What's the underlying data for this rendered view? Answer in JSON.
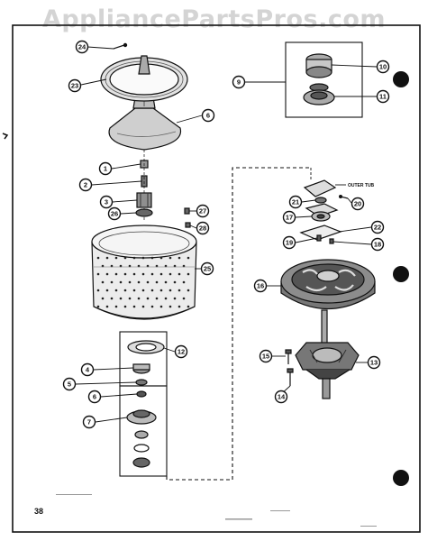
{
  "watermark": "AppliancePartsPros.com",
  "page_number": "38",
  "outer_tub_label": "OUTER TUB",
  "callouts": [
    "24",
    "23",
    "6",
    "9",
    "10",
    "11",
    "1",
    "2",
    "3",
    "26",
    "27",
    "28",
    "25",
    "12",
    "4",
    "5",
    "6",
    "7",
    "21",
    "20",
    "17",
    "22",
    "19",
    "18",
    "16",
    "15",
    "13",
    "14"
  ],
  "colors": {
    "ink": "#111111",
    "watermark": "#d4d4d4",
    "paper": "#ffffff"
  }
}
